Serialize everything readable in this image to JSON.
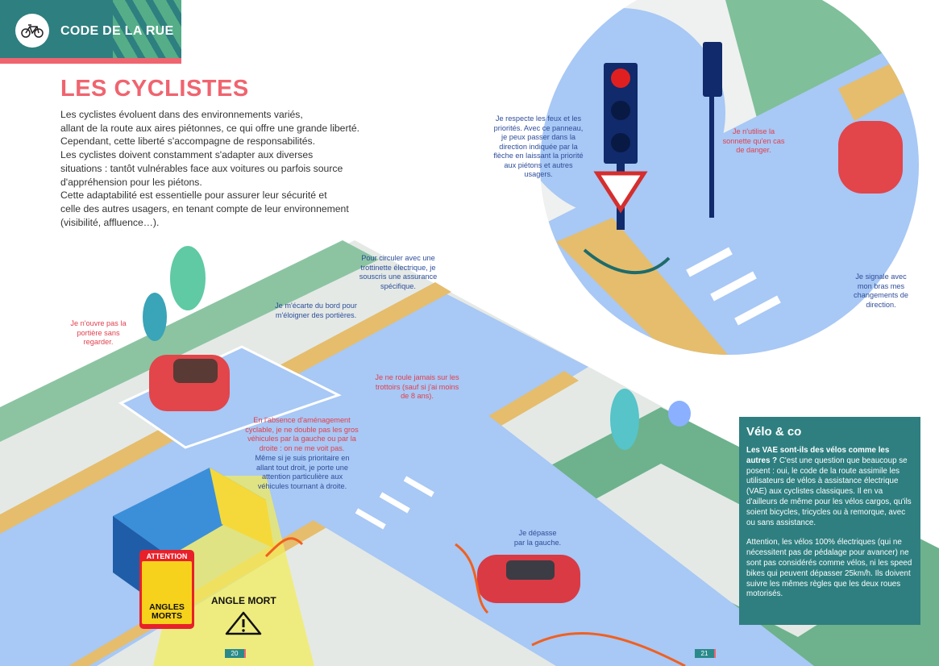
{
  "header": {
    "section": "CODE DE LA RUE",
    "icon": "bicycle-icon"
  },
  "title": "LES CYCLISTES",
  "intro": [
    "Les cyclistes évoluent dans des environnements variés,",
    "allant de la route aux aires piétonnes, ce qui offre une grande liberté.",
    "Cependant, cette liberté s'accompagne de responsabilités.",
    "Les cyclistes doivent constamment s'adapter aux diverses",
    "situations : tantôt vulnérables face aux voitures ou parfois source",
    "d'appréhension pour les piétons.",
    "Cette adaptabilité est essentielle pour assurer leur sécurité et",
    "celle des autres usagers, en tenant compte de leur environnement",
    "(visibilité, affluence…)."
  ],
  "notes": {
    "portiere": "Je n'ouvre pas la portière sans regarder.",
    "ecarte": "Je m'écarte du bord pour m'éloigner des portières.",
    "trottinette": "Pour circuler avec une trottinette électrique, je souscris une assurance spécifique.",
    "trottoirs": "Je ne roule jamais sur les trottoirs (sauf si j'ai moins de 8 ans).",
    "gros_vehicules_red": "En l'absence d'aménagement cyclable, je ne double pas les gros véhicules par la gauche ou par la droite : on ne me voit pas.",
    "gros_vehicules_blue": "Même si je suis prioritaire en allant tout droit, je porte une attention particulière aux véhicules tournant à droite.",
    "feux": "Je respecte les feux et les priorités. Avec ce panneau, je peux passer dans la direction indiquée par la flèche en laissant la priorité aux piétons et autres usagers.",
    "sonnette": "Je n'utilise la sonnette qu'en cas de danger.",
    "signale": "Je signale avec mon bras mes changements de direction.",
    "depasse": "Je dépasse par la gauche."
  },
  "sticker": {
    "top": "ATTENTION",
    "bottom": "ANGLES MORTS"
  },
  "angle_mort": "ANGLE MORT",
  "sidebar": {
    "title": "Vélo & co",
    "bold": "Les VAE sont-ils des vélos comme les autres ?",
    "p1": " C'est une question que beaucoup se posent : oui, le code de la route assimile les utilisateurs de vélos à assistance électrique (VAE) aux cyclistes classiques. Il en va d'ailleurs de même pour les vélos cargos, qu'ils soient bicycles, tricycles ou à remorque, avec ou sans assistance.",
    "p2": "Attention, les vélos 100% électriques (qui ne nécessitent pas de pédalage pour avancer) ne sont pas considérés comme vélos, ni les speed bikes qui peuvent dépasser 25km/h. Ils doivent suivre les mêmes règles que les deux roues motorisés."
  },
  "pages": {
    "left": "20",
    "right": "21"
  },
  "colors": {
    "teal": "#2e7f80",
    "pink": "#f0646f",
    "road": "#a8c8f5",
    "lane": "#e5bd6c",
    "green": "#6db28c"
  }
}
